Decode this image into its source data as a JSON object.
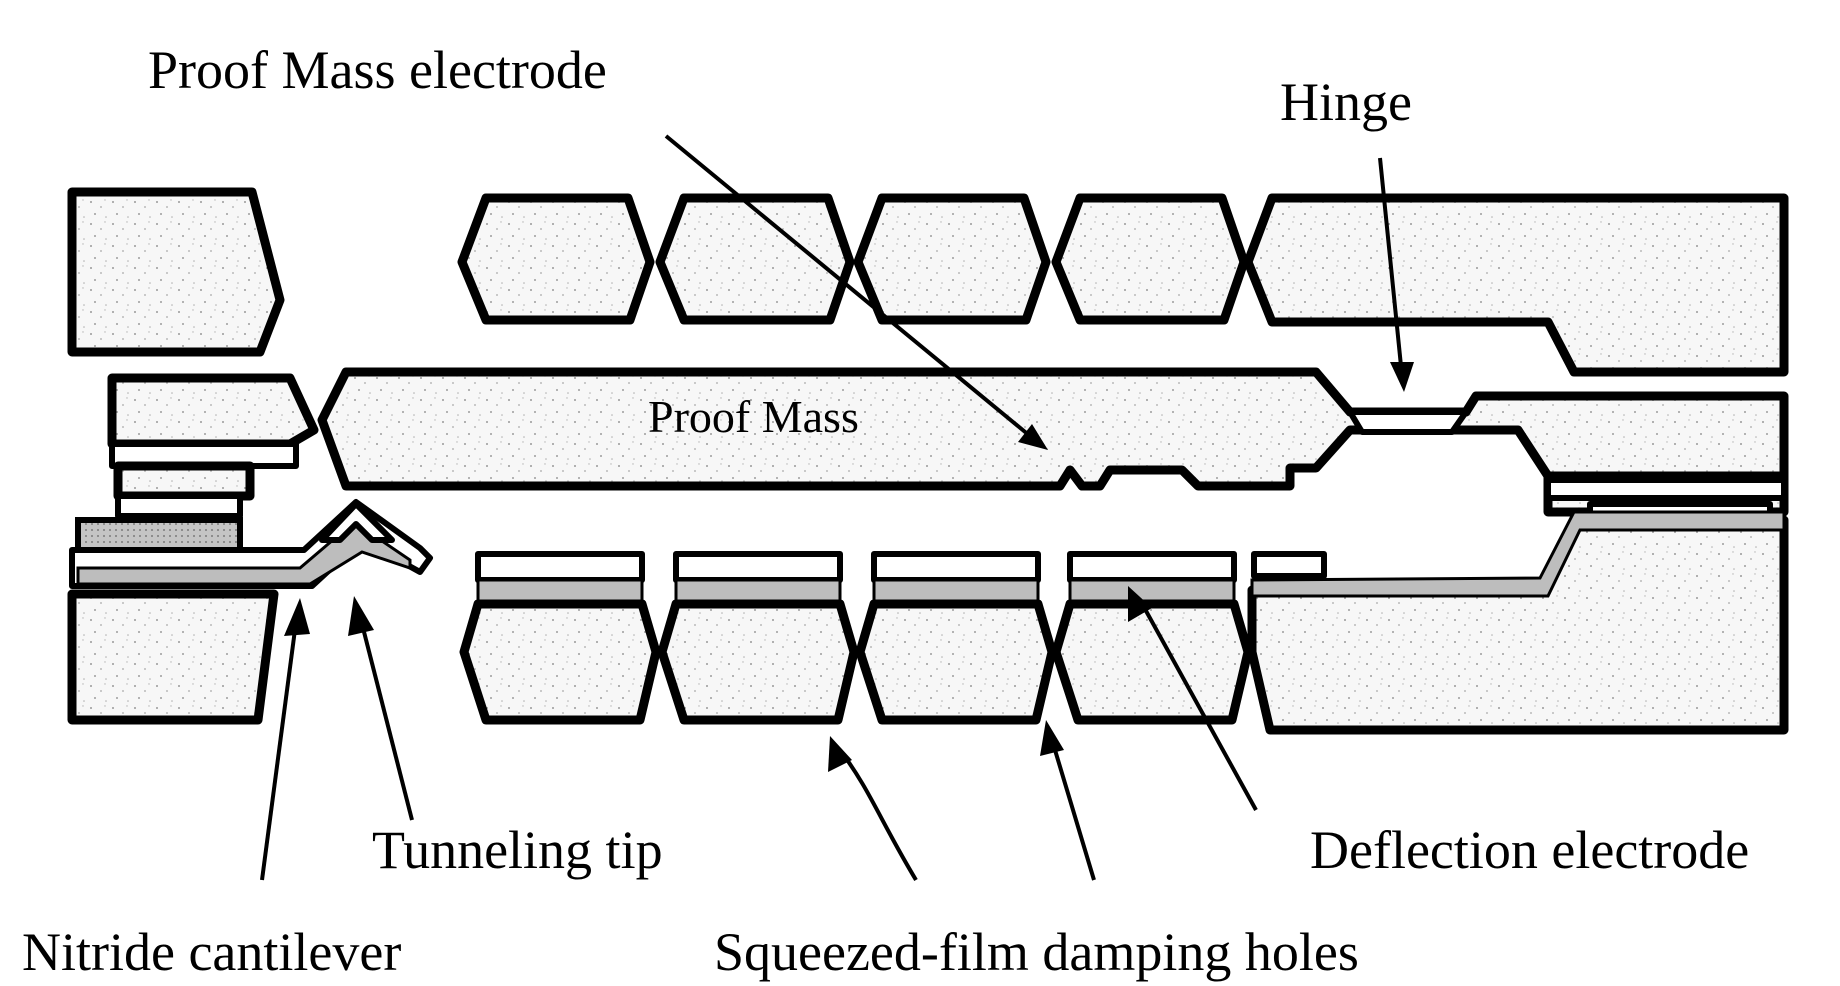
{
  "labels": {
    "proof_mass_electrode": "Proof Mass electrode",
    "hinge": "Hinge",
    "proof_mass": "Proof Mass",
    "tunneling_tip": "Tunneling tip",
    "deflection_electrode": "Deflection electrode",
    "nitride_cantilever": "Nitride cantilever",
    "squeezed_film_damping_holes": "Squeezed-film damping holes"
  }
}
